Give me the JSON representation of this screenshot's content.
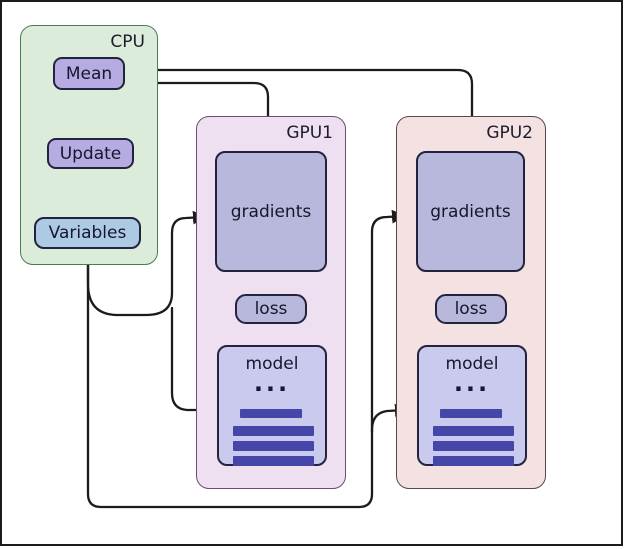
{
  "cpu": {
    "title": "CPU",
    "mean": "Mean",
    "update": "Update",
    "variables": "Variables"
  },
  "gpu1": {
    "title": "GPU1",
    "gradients": "gradients",
    "loss": "loss",
    "model": "model",
    "ellipsis": "...",
    "model_layer_bars": 4
  },
  "gpu2": {
    "title": "GPU2",
    "gradients": "gradients",
    "loss": "loss",
    "model": "model",
    "ellipsis": "...",
    "model_layer_bars": 4
  },
  "colors": {
    "cpu_fill": "#dcecdb",
    "cpu_border": "#4c7d52",
    "gpu1_fill": "#eedff1",
    "gpu1_border": "#6f4b76",
    "gpu2_fill": "#f3e2e1",
    "gpu2_border": "#5c4747",
    "cpu_node_fill": "#b6ace1",
    "variables_fill": "#accae4",
    "gradients_fill": "#b8b8dc",
    "loss_fill": "#b8b8dc",
    "model_fill": "#cacaee",
    "model_bar": "#4646a8",
    "arrow_black": "#1c1c1c",
    "arrow_red": "#c0504d",
    "frame": "#1b1b1b"
  }
}
